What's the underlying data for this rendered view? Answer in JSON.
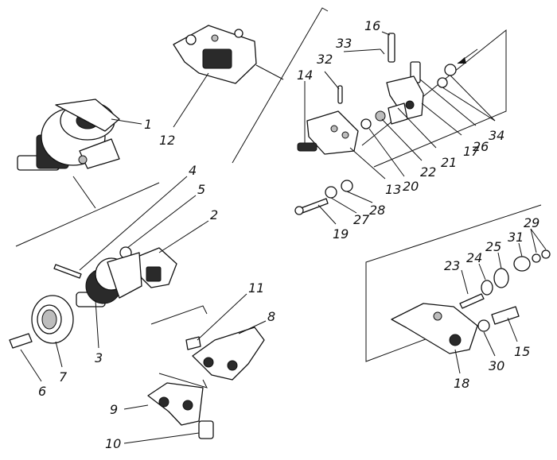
{
  "figure": {
    "part_numbers": [
      "1",
      "2",
      "3",
      "4",
      "5",
      "6",
      "7",
      "8",
      "9",
      "10",
      "11",
      "12",
      "13",
      "14",
      "15",
      "16",
      "17",
      "18",
      "19",
      "20",
      "21",
      "22",
      "23",
      "24",
      "25",
      "26",
      "27",
      "28",
      "29",
      "30",
      "31",
      "32",
      "33",
      "34"
    ],
    "colors": {
      "ink": "#111111",
      "paper": "#ffffff",
      "shade": "#2a2a2a"
    }
  }
}
